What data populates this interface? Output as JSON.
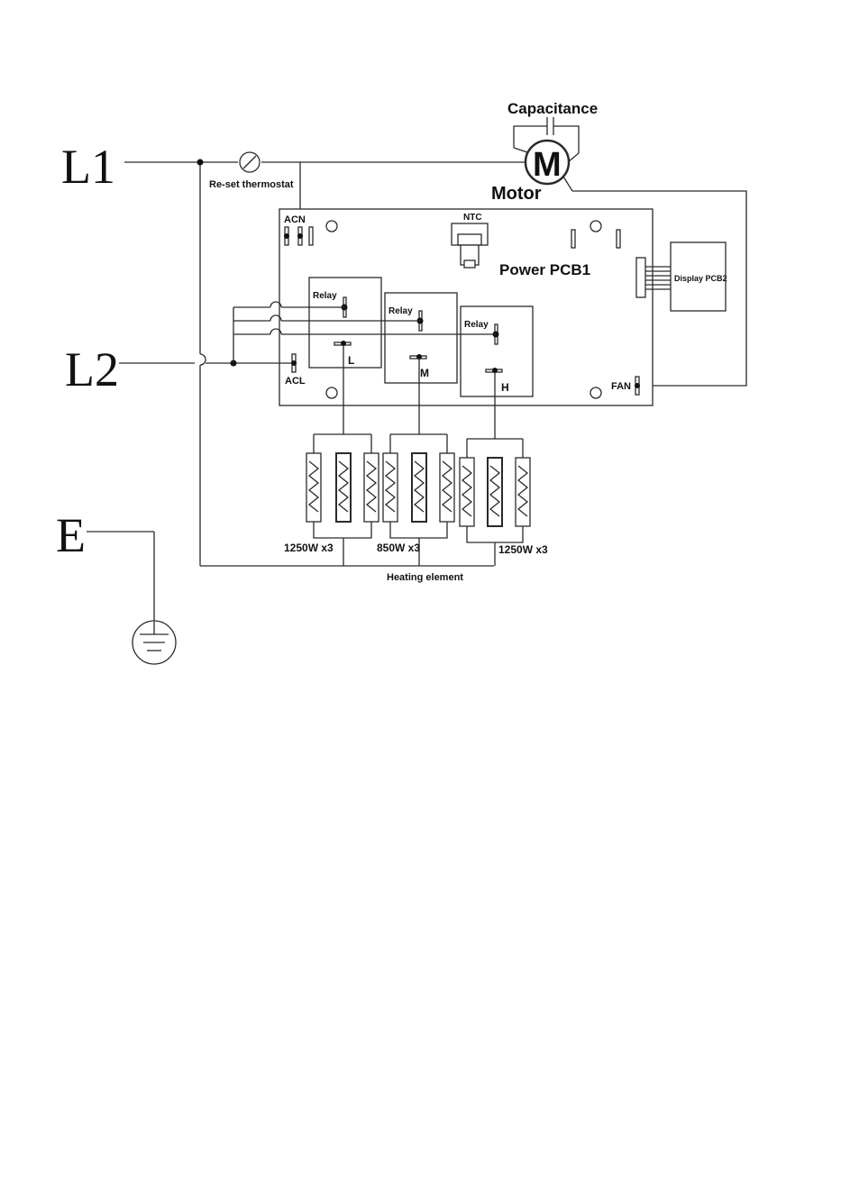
{
  "labels": {
    "l1": "L1",
    "l2": "L2",
    "e": "E",
    "capacitance": "Capacitance",
    "motor_symbol": "M",
    "motor": "Motor",
    "thermostat": "Re-set thermostat",
    "acn": "ACN",
    "acl": "ACL",
    "ntc": "NTC",
    "power_pcb": "Power PCB1",
    "display_pcb": "Display PCB2",
    "relay_1": "Relay",
    "relay_2": "Relay",
    "relay_3": "Relay",
    "relay_1_out": "L",
    "relay_2_out": "M",
    "relay_3_out": "H",
    "fan": "FAN",
    "bank_1": "1250W x3",
    "bank_2": "850W x3",
    "bank_3": "1250W x3",
    "heating": "Heating element"
  }
}
